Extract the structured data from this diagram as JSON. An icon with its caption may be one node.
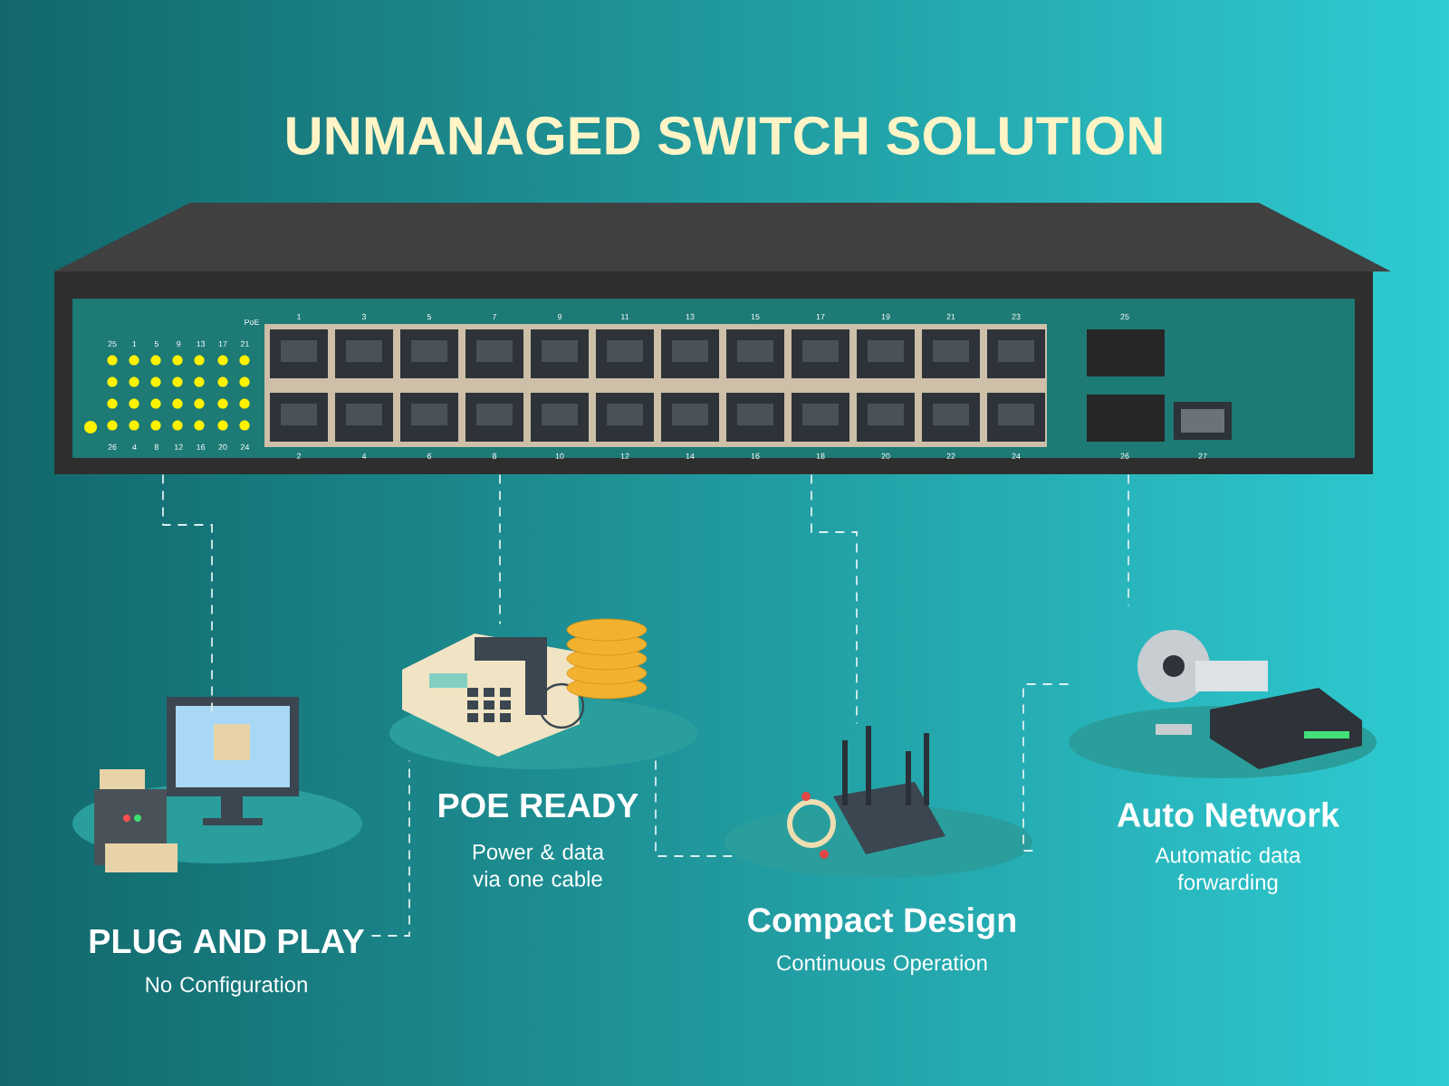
{
  "diagram": {
    "title": "UNMANAGED SWITCH SOLUTION",
    "nodes": [
      {
        "text": [],
        "shape": "picture"
      },
      {
        "text": [],
        "shape": "picture",
        "beside": [
          "PLUG AND PLAY",
          "No Configuration"
        ]
      },
      {
        "text": [],
        "shape": "picture",
        "beside": [
          "POE READY",
          "Power & data via one cable"
        ]
      },
      {
        "text": [],
        "shape": "picture",
        "beside": [
          "Compact Design",
          "Continuous Operation"
        ]
      },
      {
        "text": [],
        "shape": "picture",
        "beside": [
          "Auto Network",
          "Automatic data forwarding"
        ]
      }
    ],
    "edges": [
      {
        "from": 0,
        "to": 1,
        "arrow": "none",
        "style": "dashed"
      },
      {
        "from": 0,
        "to": 2,
        "arrow": "none",
        "style": "dashed"
      },
      {
        "from": 0,
        "to": 3,
        "arrow": "none",
        "style": "dashed"
      },
      {
        "from": 0,
        "to": 4,
        "arrow": "none",
        "style": "dashed"
      },
      {
        "from": 1,
        "to": 2,
        "arrow": "none",
        "style": "dashed"
      },
      {
        "from": 2,
        "to": 3,
        "arrow": "none",
        "style": "dashed"
      },
      {
        "from": 3,
        "to": 4,
        "arrow": "none",
        "style": "dashed"
      }
    ],
    "labels": [
      "25",
      "1",
      "5",
      "9",
      "13",
      "17",
      "21",
      "PoE",
      "1",
      "3",
      "5",
      "7",
      "9",
      "11",
      "13",
      "15",
      "17",
      "19",
      "21",
      "23",
      "25",
      "26",
      "4",
      "8",
      "12",
      "16",
      "20",
      "24",
      "2",
      "4",
      "6",
      "8",
      "10",
      "12",
      "14",
      "16",
      "18",
      "20",
      "22",
      "24",
      "26",
      "27"
    ]
  }
}
